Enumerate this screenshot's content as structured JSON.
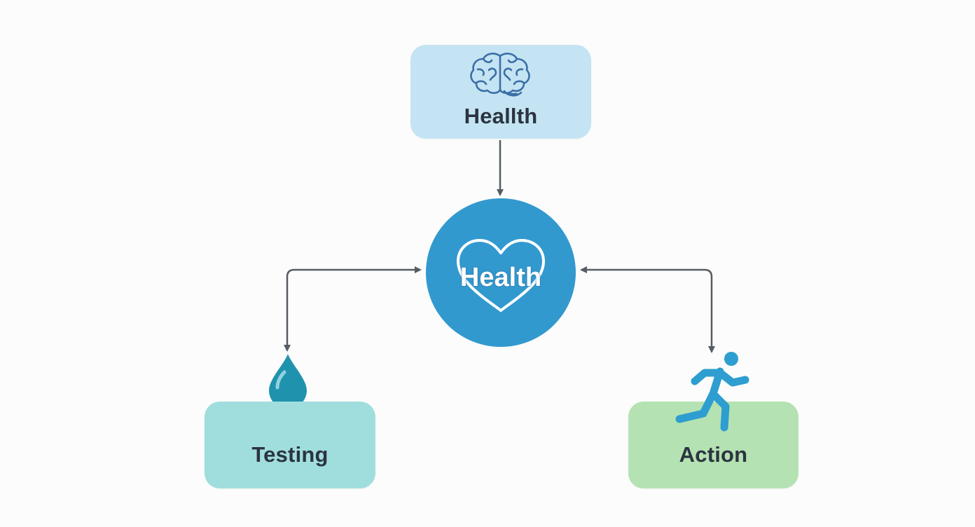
{
  "diagram": {
    "top_node": {
      "label": "Heallth",
      "icon": "brain-icon"
    },
    "hub_node": {
      "label": "Health",
      "icon": "heart-icon",
      "color": "#3299cf"
    },
    "left_node": {
      "label": "Testing",
      "icon": "water-drop-icon",
      "color": "#a0dedd"
    },
    "right_node": {
      "label": "Action",
      "icon": "running-person-icon",
      "color": "#b4e2b2"
    },
    "top_color": "#c4e4f3",
    "arrow_color": "#555c63"
  }
}
